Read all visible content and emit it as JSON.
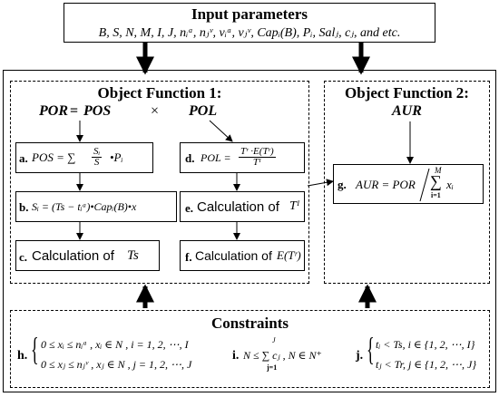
{
  "input": {
    "title": "Input parameters",
    "params": "B, S, N, M, I, J, nᵢᵃ, nⱼᵛ, vᵢᵃ, vⱼᵛ, Capᵢ(B), Pᵢ, Salⱼ, cⱼ, and etc."
  },
  "of1": {
    "title": "Object Function 1:",
    "por": "POR",
    "eq": "=",
    "pos": "POS",
    "times": "×",
    "pol": "POL"
  },
  "of2": {
    "title": "Object Function 2:",
    "aur": "AUR"
  },
  "boxes": {
    "a_label": "a.",
    "a_lhs": "POS = ∑",
    "a_num": "Sᵢ",
    "a_den": "S",
    "a_rhs": "•Pᵢ",
    "b_label": "b.",
    "b_text": "Sᵢ = (Ts − tᵢᵃ)•Capᵢ(B)•x",
    "c_label": "c.",
    "c_text": "Calculation of",
    "c_var": "Ts",
    "d_label": "d.",
    "d_lhs": "POL =",
    "d_num": "Tʳ ·E(Tʳ)",
    "d_den": "Tᴵ",
    "e_label": "e.",
    "e_text": "Calculation of",
    "e_var": "Tᴵ",
    "f_label": "f.",
    "f_text": "Calculation of",
    "f_var": "E(Tʳ)",
    "g_label": "g.",
    "g_lhs": "AUR = POR",
    "g_sum_top": "M",
    "g_sum": "∑",
    "g_sum_bot": "i=1",
    "g_sum_var": "xᵢ"
  },
  "constraints": {
    "title": "Constraints",
    "h_label": "h.",
    "h_line1": "0 ≤ xᵢ ≤ nᵢᵃ , xᵢ ∈ N , i = 1, 2, ⋯, I",
    "h_line2": "0 ≤ xⱼ ≤ nⱼᵛ , xⱼ ∈ N , j = 1, 2, ⋯, J",
    "i_label": "i.",
    "i_text": "N ≤ ∑ cⱼ ,  N ∈ N⁺",
    "i_sum_top": "J",
    "i_sum_bot": "j=1",
    "j_label": "j.",
    "j_line1": "tᵢ < Ts,   i ∈ {1, 2, ⋯, I}",
    "j_line2": "tⱼ < Tr,   j ∈ {1, 2, ⋯, J}"
  }
}
